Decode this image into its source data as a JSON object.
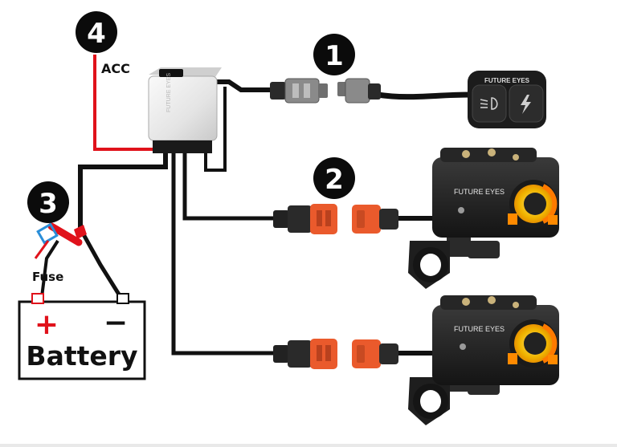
{
  "labels": {
    "acc": "ACC",
    "fuse": "Fuse",
    "battery": "Battery",
    "battery_plus": "+",
    "battery_minus": "−",
    "brand_switch": "FUTURE EYES",
    "brand_light": "FUTURE EYES"
  },
  "callouts": [
    {
      "number": "1",
      "refers_to": "switch"
    },
    {
      "number": "2",
      "refers_to": "lights"
    },
    {
      "number": "3",
      "refers_to": "fuse"
    },
    {
      "number": "4",
      "refers_to": "acc"
    }
  ],
  "colors": {
    "wire_black": "#111111",
    "wire_red": "#e0121b",
    "connector_orange": "#ea5a2c",
    "connector_gray": "#8a8a8a",
    "fuse_blue": "#2a8ed8",
    "amber": "#f0b400",
    "badge": "#0b0b0b",
    "plus": "#e0121b"
  },
  "icons": [
    "low-beam-icon",
    "lightning-icon"
  ]
}
